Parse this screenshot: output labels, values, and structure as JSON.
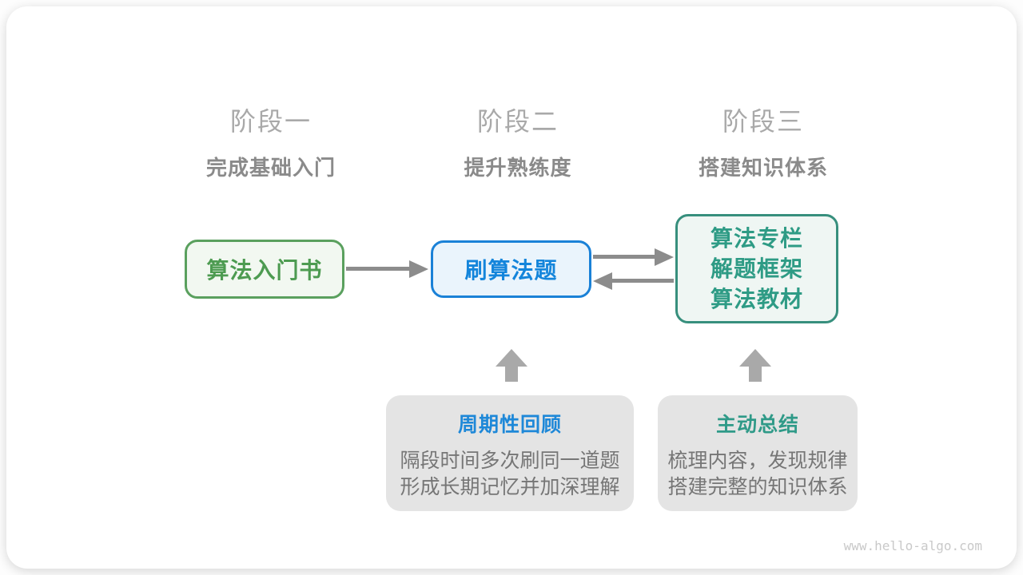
{
  "page": {
    "watermark": "www.hello-algo.com"
  },
  "stages": [
    {
      "title": "阶段一",
      "subtitle": "完成基础入门"
    },
    {
      "title": "阶段二",
      "subtitle": "提升熟练度"
    },
    {
      "title": "阶段三",
      "subtitle": "搭建知识体系"
    }
  ],
  "nodes": {
    "intro_book": {
      "label": "算法入门书"
    },
    "practice": {
      "label": "刷算法题"
    },
    "resources": {
      "lines": [
        "算法专栏",
        "解题框架",
        "算法教材"
      ]
    }
  },
  "notes": [
    {
      "title": "周期性回顾",
      "body_lines": [
        "隔段时间多次刷同一道题",
        "形成长期记忆并加深理解"
      ]
    },
    {
      "title": "主动总结",
      "body_lines": [
        "梳理内容，发现规律",
        "搭建完整的知识体系"
      ]
    }
  ],
  "colors": {
    "stage_title": "#A9A9A9",
    "stage_subtitle": "#8A8A8A",
    "green_border": "#5AA05E",
    "green_bg": "#F2F8F1",
    "green_text": "#4D9B51",
    "blue_border": "#1A81D7",
    "blue_bg": "#EAF4FC",
    "blue_text": "#1485DB",
    "teal_border": "#378F7D",
    "teal_bg": "#EFF6F3",
    "teal_text": "#2E9B85",
    "arrow": "#8C8C8C",
    "block_arrow": "#A9A9A9",
    "note_bg": "#E4E4E4",
    "note_title_blue": "#1E88D8",
    "note_title_teal": "#2F9A88",
    "note_body": "#767676",
    "watermark": "#C9C9C9"
  }
}
